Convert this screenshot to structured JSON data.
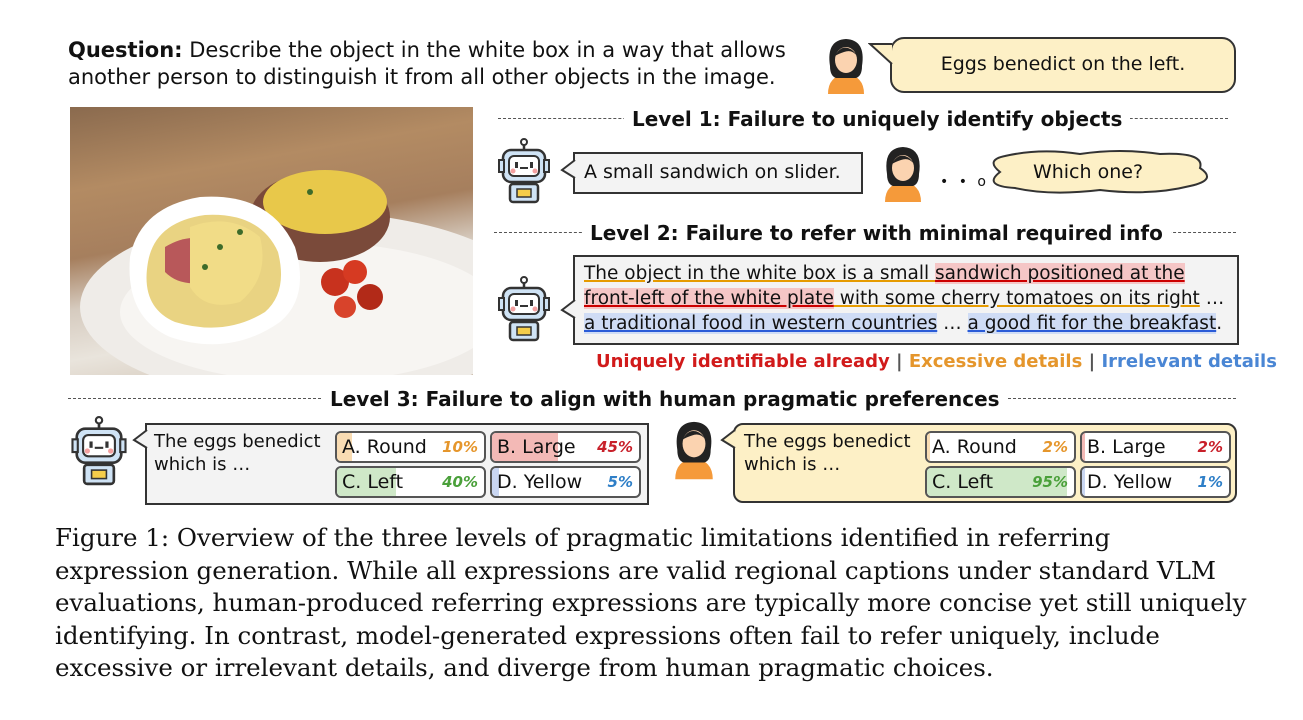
{
  "question": {
    "label": "Question:",
    "text": " Describe the object in the white box in a way that allows another person to distinguish it from all other objects in the image."
  },
  "human_answer": "Eggs benedict on the left.",
  "level1": {
    "title": "Level 1: Failure to uniquely identify objects",
    "robot_text": "A small sandwich on slider.",
    "thought": "Which one?",
    "dots": "• • o"
  },
  "level2": {
    "title": "Level 2: Failure to refer with minimal required info",
    "seg1": "The object in the white box is a small ",
    "seg2": "sandwich positioned at the front-left of the white plate",
    "seg3": " with some cherry tomatoes on its right",
    "seg4": " … ",
    "seg5": "a traditional food in western countries",
    "seg6": " … ",
    "seg7": "a good fit for the breakfast",
    "seg8": ".",
    "legend_unique": "Uniquely identifiable already",
    "legend_sep1": " | ",
    "legend_excess": "Excessive details",
    "legend_sep2": " | ",
    "legend_irrelevant": "Irrelevant details",
    "colors": {
      "unique": "#d11a1a",
      "excess": "#e5962c",
      "irrelevant": "#4a86d4"
    }
  },
  "level3": {
    "title": "Level 3: Failure to align with human pragmatic preferences",
    "model": {
      "prompt": "The eggs benedict which is …",
      "options": [
        {
          "label": "A. Round",
          "pct": "10%",
          "value": 0.1
        },
        {
          "label": "B. Large",
          "pct": "45%",
          "value": 0.45
        },
        {
          "label": "C. Left",
          "pct": "40%",
          "value": 0.4
        },
        {
          "label": "D. Yellow",
          "pct": "5%",
          "value": 0.05
        }
      ]
    },
    "human": {
      "prompt": "The eggs benedict which is …",
      "options": [
        {
          "label": "A. Round",
          "pct": "2%",
          "value": 0.02
        },
        {
          "label": "B. Large",
          "pct": "2%",
          "value": 0.02
        },
        {
          "label": "C. Left",
          "pct": "95%",
          "value": 0.95
        },
        {
          "label": "D. Yellow",
          "pct": "1%",
          "value": 0.01
        }
      ]
    }
  },
  "caption": "Figure 1: Overview of the three levels of pragmatic limitations identified in referring expression generation. While all expressions are valid regional captions under standard VLM evaluations, human-produced referring expressions are typically more concise yet still uniquely identifying. In contrast, model-generated expressions often fail to refer uniquely, include excessive or irrelevant details, and diverge from human pragmatic choices."
}
